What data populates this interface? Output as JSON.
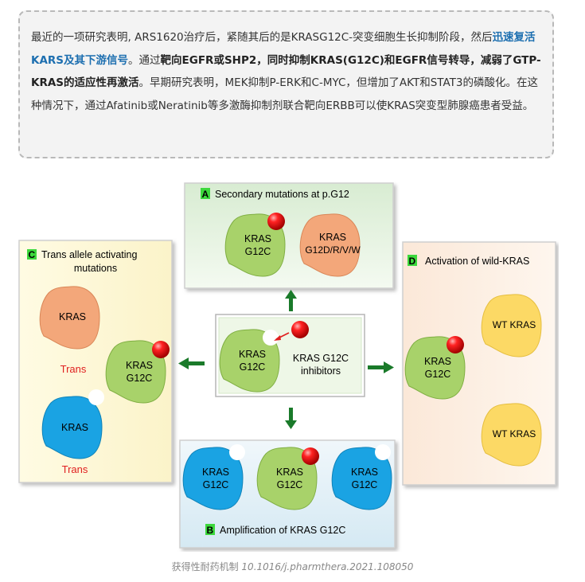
{
  "note": {
    "parts": [
      {
        "text": "最近的一项研究表明, ARS1620治疗后，紧随其后的是KRASG12C-突变细胞生长抑制阶段，然后",
        "style": "normal"
      },
      {
        "text": "迅速复活KARS及其下游信号",
        "style": "blue"
      },
      {
        "text": "。通过",
        "style": "normal"
      },
      {
        "text": "靶向EGFR或SHP2，同时抑制KRAS(G12C)和EGFR信号转导，减弱了GTP-KRAS的适应性再激活",
        "style": "bold"
      },
      {
        "text": "。早期研究表明，MEK抑制P-ERK和C-MYC，但增加了AKT和STAT3的磷酸化。在这种情况下，通过Afatinib或Neratinib等多激酶抑制剂联合靶向ERBB可以使KRAS突变型肺腺癌患者受益。",
        "style": "normal"
      }
    ]
  },
  "diagram": {
    "panel_a": {
      "letter": "A",
      "title": "Secondary mutations at p.G12",
      "blob1": [
        "KRAS",
        "G12C"
      ],
      "blob2": [
        "KRAS",
        "G12D/R/V/W"
      ]
    },
    "panel_b": {
      "letter": "B",
      "title": "Amplification of KRAS G12C",
      "blob1": [
        "KRAS",
        "G12C"
      ],
      "blob2": [
        "KRAS",
        "G12C"
      ],
      "blob3": [
        "KRAS",
        "G12C"
      ]
    },
    "panel_c": {
      "letter": "C",
      "title_line1": "Trans allele activating",
      "title_line2": "mutations",
      "blob_top": "KRAS",
      "trans1": "Trans",
      "blob_bottom": "KRAS",
      "trans2": "Trans",
      "blob_right": [
        "KRAS",
        "G12C"
      ]
    },
    "panel_d": {
      "letter": "D",
      "title": "Activation of wild-KRAS",
      "blob_left": [
        "KRAS",
        "G12C"
      ],
      "wt1": "WT KRAS",
      "wt2": "WT KRAS"
    },
    "center": {
      "blob": [
        "KRAS",
        "G12C"
      ],
      "label1": "KRAS G12C",
      "label2": "inhibitors"
    },
    "colors": {
      "green_blob": "#a8d26a",
      "orange_blob": "#f3a77a",
      "blue_blob": "#1aa3e3",
      "yellow_blob": "#fcd965",
      "trans_red": "#e02020",
      "arrow_green": "#1a7a2a",
      "letter_bg": "#3cd83c"
    }
  },
  "caption": {
    "prefix": "获得性耐药机制",
    "doi": "10.1016/j.pharmthera.2021.108050"
  }
}
